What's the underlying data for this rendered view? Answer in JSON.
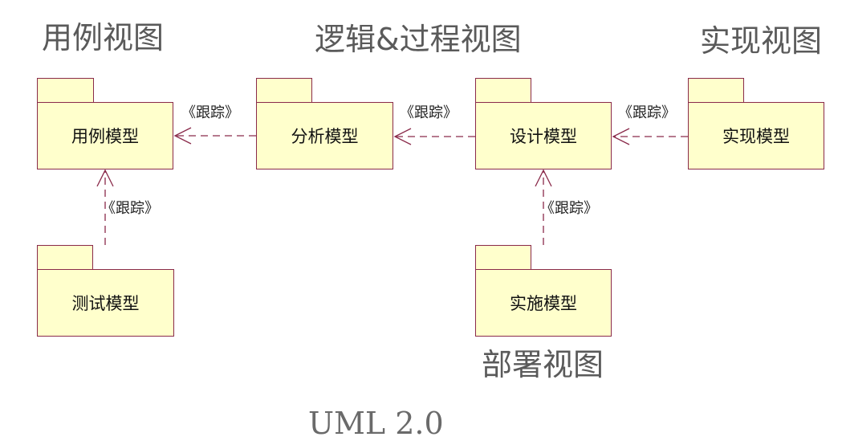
{
  "views": {
    "use_case": "用例视图",
    "logic_process": "逻辑&过程视图",
    "implementation": "实现视图",
    "deployment": "部署视图"
  },
  "packages": {
    "use_case_model": "用例模型",
    "analysis_model": "分析模型",
    "design_model": "设计模型",
    "implementation_model": "实现模型",
    "test_model": "测试模型",
    "deployment_model": "实施模型"
  },
  "relations": {
    "trace_label": "《跟踪》"
  },
  "footer": {
    "label": "UML 2.0"
  },
  "colors": {
    "package_fill": "#ffffcc",
    "package_border": "#8a2a4a",
    "arrow": "#8a2a4a"
  }
}
